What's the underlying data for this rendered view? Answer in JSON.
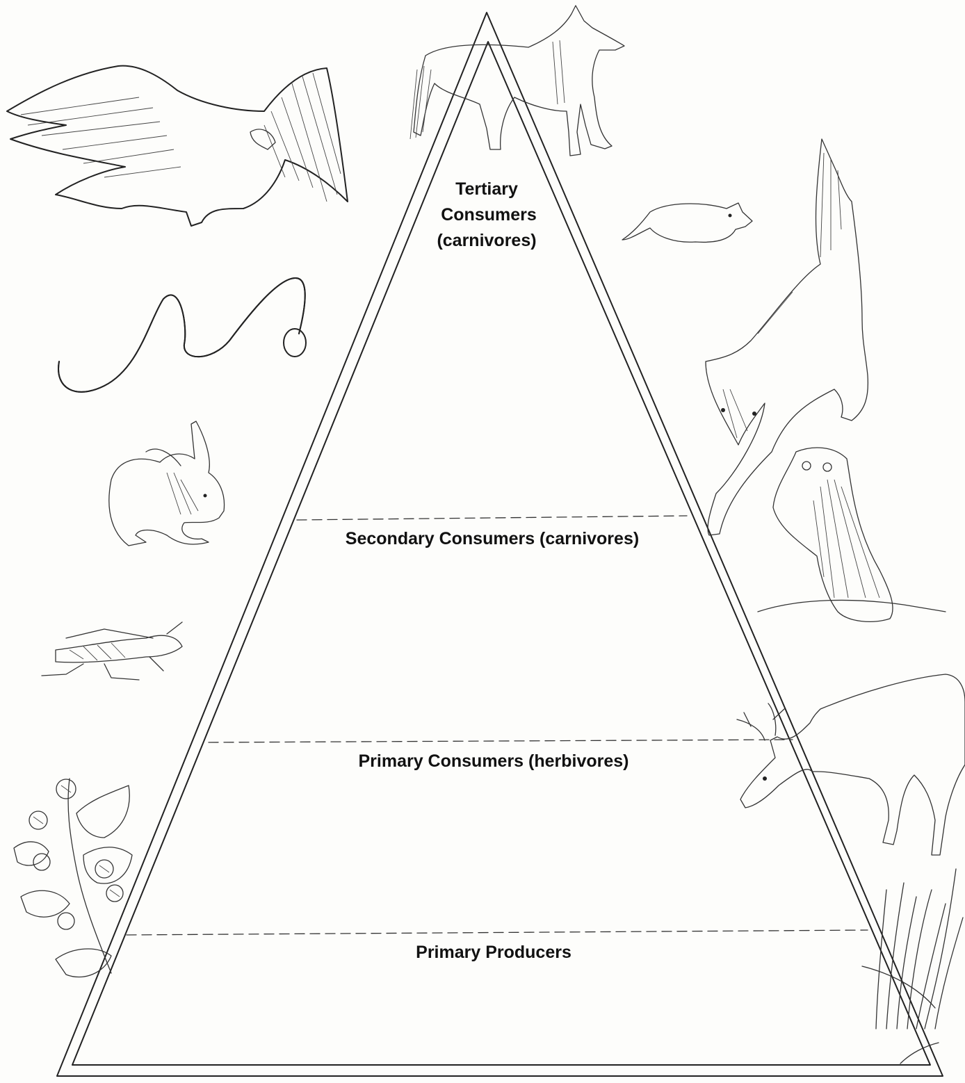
{
  "title": "",
  "levels": {
    "tertiary": {
      "line1": "Tertiary",
      "line2": "Consumers",
      "line3": "(carnivores)"
    },
    "secondary": {
      "label": "Secondary Consumers (carnivores)"
    },
    "primary_consumers": {
      "label": "Primary Consumers (herbivores)"
    },
    "producers": {
      "label": "Primary Producers"
    }
  },
  "illustrations": [
    "coyote",
    "eagle",
    "mouse",
    "snake",
    "fox",
    "rabbit",
    "owl",
    "grasshopper",
    "deer",
    "berry-plant",
    "grass"
  ],
  "colors": {
    "ink": "#222222",
    "paper": "#fdfdfb"
  }
}
